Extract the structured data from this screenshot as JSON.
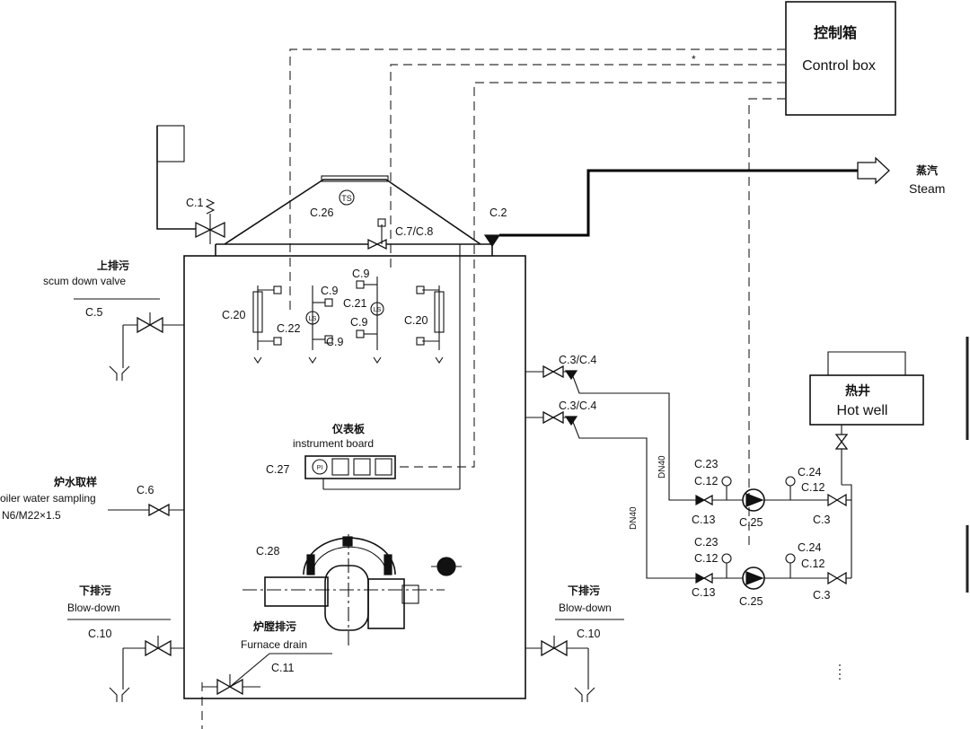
{
  "control_box": {
    "cn": "控制箱",
    "en": "Control box",
    "mark": "*"
  },
  "steam": {
    "cn": "蒸汽",
    "en": "Steam"
  },
  "hot_well": {
    "cn": "热井",
    "en": "Hot well"
  },
  "scum": {
    "cn": "上排污",
    "en": "scum down valve",
    "code": "C.5"
  },
  "sampling": {
    "cn": "炉水取样",
    "en": "oiler water sampling",
    "size": "N6/M22×1.5",
    "code": "C.6"
  },
  "blowdown_left": {
    "cn": "下排污",
    "en": "Blow-down",
    "code": "C.10"
  },
  "blowdown_right": {
    "cn": "下排污",
    "en": "Blow-down",
    "code": "C.10"
  },
  "furnace_drain": {
    "cn": "炉膛排污",
    "en": "Furnace drain",
    "code": "C.11"
  },
  "instrument_board": {
    "cn": "仪表板",
    "en": "instrument board",
    "code": "C.27",
    "badge": "PI"
  },
  "codes": {
    "c1": "C.1",
    "c2": "C.2",
    "c26": "C.26",
    "ts": "TS",
    "c78": "C.7/C.8",
    "c9a": "C.9",
    "c9b": "C.9",
    "c9c": "C.9",
    "c9d": "C.9",
    "c20a": "C.20",
    "c20b": "C.20",
    "c21": "C.21",
    "c22": "C.22",
    "ls1": "LS",
    "ls2": "LS",
    "c34a": "C.3/C.4",
    "c34b": "C.3/C.4",
    "dn40a": "DN40",
    "dn40b": "DN40",
    "c23a": "C.23",
    "c12a": "C.12",
    "c13a": "C.13",
    "c25a": "C.25",
    "c24a": "C.24",
    "c12b": "C.12",
    "c3a": "C.3",
    "c23b": "C.23",
    "c12c": "C.12",
    "c13b": "C.13",
    "c25b": "C.25",
    "c24b": "C.24",
    "c12d": "C.12",
    "c3b": "C.3",
    "c28": "C.28"
  }
}
